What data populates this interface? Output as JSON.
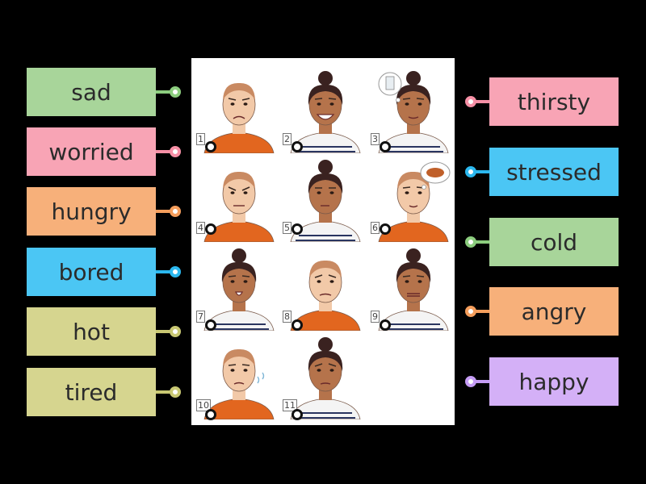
{
  "left_labels": [
    {
      "text": "sad",
      "color": "#a8d59a",
      "accent": "#8ccd7e"
    },
    {
      "text": "worried",
      "color": "#f8a4b5",
      "accent": "#f790a6"
    },
    {
      "text": "hungry",
      "color": "#f7b07a",
      "accent": "#f59e5c"
    },
    {
      "text": "bored",
      "color": "#4bc6f4",
      "accent": "#2bb8ef"
    },
    {
      "text": "hot",
      "color": "#d6d58f",
      "accent": "#c9c873"
    },
    {
      "text": "tired",
      "color": "#d6d58f",
      "accent": "#c9c873"
    }
  ],
  "right_labels": [
    {
      "text": "thirsty",
      "color": "#f8a4b5",
      "accent": "#f790a6"
    },
    {
      "text": "stressed",
      "color": "#4bc6f4",
      "accent": "#2bb8ef"
    },
    {
      "text": "cold",
      "color": "#a8d59a",
      "accent": "#8ccd7e"
    },
    {
      "text": "angry",
      "color": "#f7b07a",
      "accent": "#f59e5c"
    },
    {
      "text": "happy",
      "color": "#d4b0f7",
      "accent": "#c59cf5"
    }
  ],
  "pictures": [
    {
      "num": "1",
      "person": "man",
      "mood": "sad"
    },
    {
      "num": "2",
      "person": "woman",
      "mood": "happy"
    },
    {
      "num": "3",
      "person": "woman",
      "mood": "thirsty"
    },
    {
      "num": "4",
      "person": "man",
      "mood": "angry"
    },
    {
      "num": "5",
      "person": "woman",
      "mood": "bored"
    },
    {
      "num": "6",
      "person": "man",
      "mood": "hungry"
    },
    {
      "num": "7",
      "person": "woman",
      "mood": "tired"
    },
    {
      "num": "8",
      "person": "man",
      "mood": "worried"
    },
    {
      "num": "9",
      "person": "woman",
      "mood": "cold"
    },
    {
      "num": "10",
      "person": "man",
      "mood": "hot"
    },
    {
      "num": "11",
      "person": "woman",
      "mood": "stressed"
    }
  ]
}
